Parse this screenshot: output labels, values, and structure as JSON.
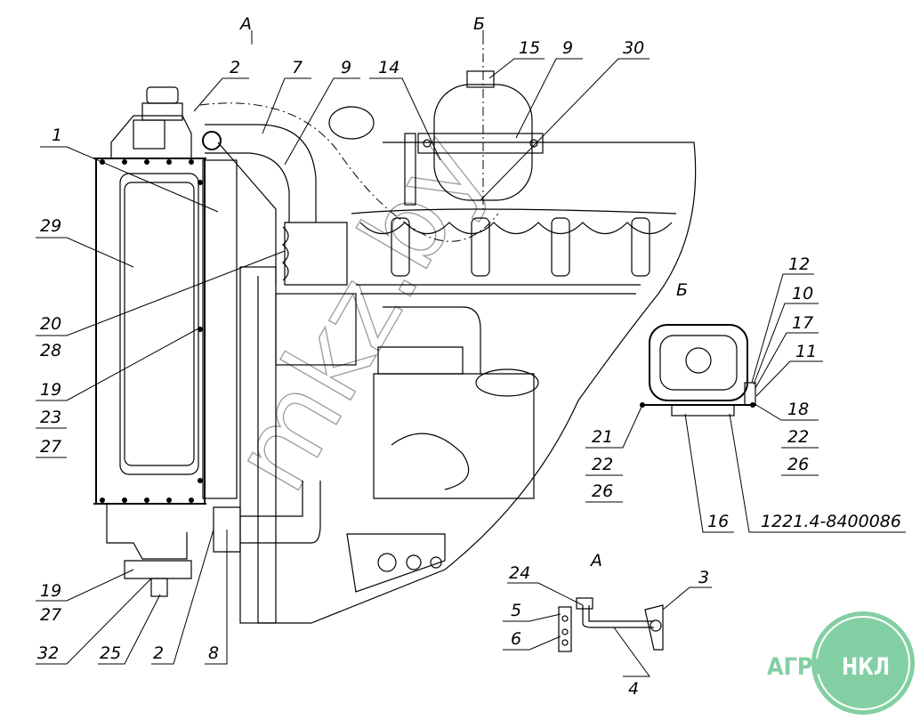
{
  "drawing": {
    "view_labels": {
      "view_a_top": "А",
      "view_b_top": "Б",
      "view_b_detail": "Б",
      "view_a_detail": "А"
    },
    "callouts": {
      "c2_top": "2",
      "c7": "7",
      "c9_left": "9",
      "c14": "14",
      "c15": "15",
      "c9_right": "9",
      "c30": "30",
      "c1": "1",
      "c29": "29",
      "c20": "20",
      "c28": "28",
      "c19_mid": "19",
      "c23": "23",
      "c27_mid": "27",
      "c19_bot": "19",
      "c27_bot": "27",
      "c32": "32",
      "c25": "25",
      "c2_bot": "2",
      "c8": "8",
      "c12": "12",
      "c10": "10",
      "c17": "17",
      "c11": "11",
      "c18": "18",
      "c22_r": "22",
      "c26_r": "26",
      "c21": "21",
      "c22_l": "22",
      "c26_l": "26",
      "c16": "16",
      "part_number": "1221.4-8400086",
      "c24": "24",
      "c5": "5",
      "c6": "6",
      "c3": "3",
      "c4": "4"
    },
    "watermark": "mkz.by"
  },
  "logo": {
    "text_left": "АГРО",
    "text_right": "НКЛ",
    "color": "#82cfa3"
  }
}
